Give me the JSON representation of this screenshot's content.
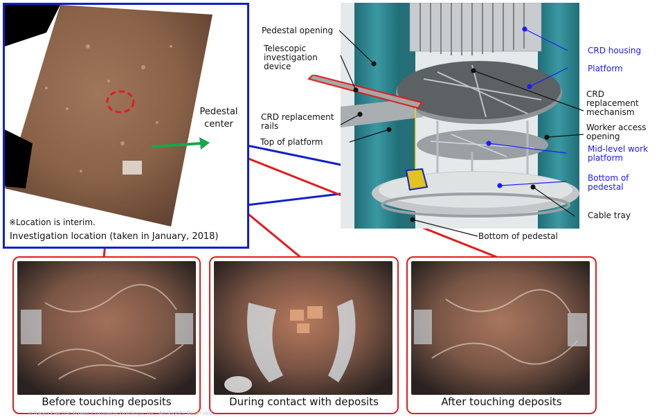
{
  "colors": {
    "blue_frame": "#1020c8",
    "red_frame": "#e21b1b",
    "blue_label": "#1a1aff",
    "green_arrow": "#1aa64a",
    "pedestal_teal": "#2e8c95"
  },
  "investigation": {
    "pedestal_center": "Pedestal center",
    "note": "※Location is interim.",
    "caption": "Investigation location (taken in January, 2018)"
  },
  "diagram_labels": {
    "pedestal_opening": "Pedestal opening",
    "telescopic": "Telescopic investigation device",
    "crd_rails": "CRD replacement rails",
    "top_platform": "Top of platform",
    "crd_housing": "CRD housing",
    "platform": "Platform",
    "crd_mechanism": "CRD replacement mechanism",
    "worker_access": "Worker access opening",
    "mid_level": "Mid-level work platform",
    "bottom_pedestal_right": "Bottom of pedestal",
    "cable_tray": "Cable tray",
    "bottom_pedestal": "Bottom of pedestal"
  },
  "photos": [
    {
      "caption": "Before touching deposits"
    },
    {
      "caption": "During contact with deposits"
    },
    {
      "caption": "After touching deposits"
    }
  ],
  "footer": "©Tokyo Electric Power Company Holdings, Inc. All Rights Reserved."
}
